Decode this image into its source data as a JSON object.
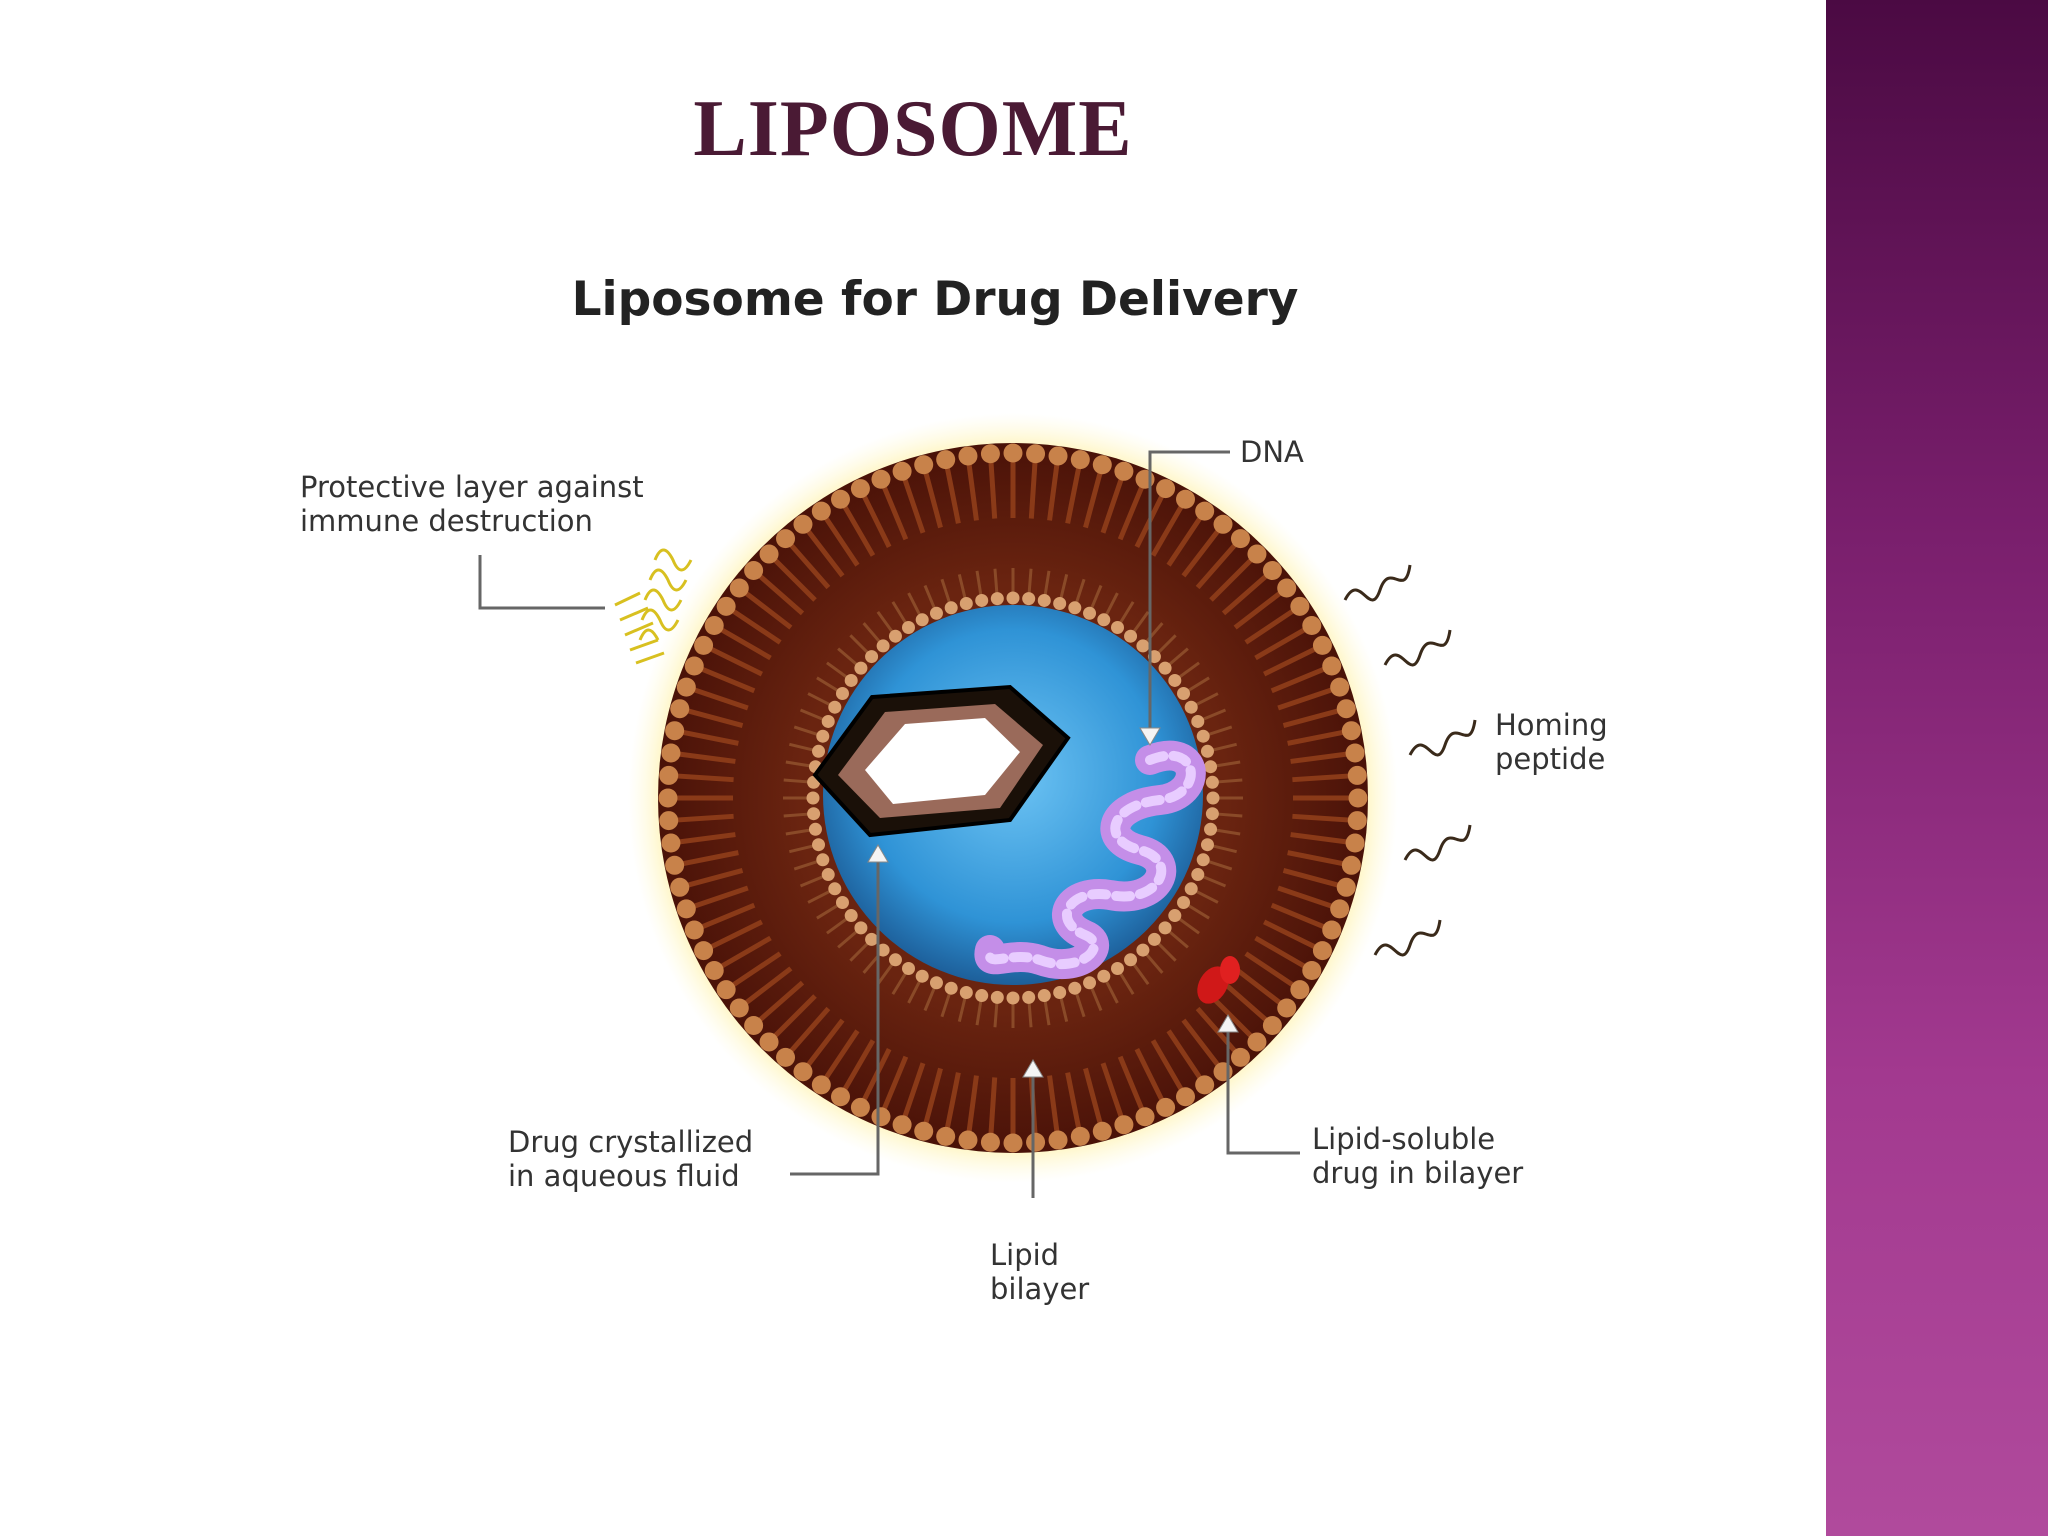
{
  "slide": {
    "title": "LIPOSOME"
  },
  "figure": {
    "title": "Liposome for Drug Delivery",
    "labels": {
      "protective_layer": "Protective layer against\nimmune destruction",
      "dna": "DNA",
      "homing_peptide": "Homing\npeptide",
      "drug_crystallized": "Drug crystallized\nin aqueous fluid",
      "lipid_bilayer": "Lipid\nbilayer",
      "lipid_soluble_drug": "Lipid-soluble\ndrug in bilayer"
    }
  },
  "colors": {
    "sidebar_top": "#4b0a43",
    "sidebar_bottom": "#b04a9c",
    "title": "#4a1a34",
    "bilayer": "#5a1a0c",
    "head_beads": "#c8824a",
    "aqueous_core": "#3aa0e0",
    "dna": "#c48ee8",
    "glow": "#ffe566"
  }
}
